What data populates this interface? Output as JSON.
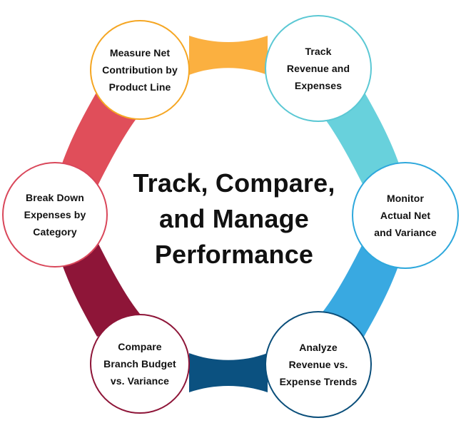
{
  "center": {
    "title": "Track, Compare,\nand Manage\nPerformance"
  },
  "nodes": [
    {
      "id": "measure-net-contribution",
      "label": "Measure Net\nContribution by\nProduct Line",
      "color": "#F5A623"
    },
    {
      "id": "track-revenue-expenses",
      "label": "Track\nRevenue and\nExpenses",
      "color": "#5BC8D4"
    },
    {
      "id": "monitor-actual-net",
      "label": "Monitor\nActual Net\nand Variance",
      "color": "#2EA8DC"
    },
    {
      "id": "analyze-revenue-trends",
      "label": "Analyze\nRevenue vs.\nExpense Trends",
      "color": "#0A4E7A"
    },
    {
      "id": "compare-branch-budget",
      "label": "Compare\nBranch Budget\nvs. Variance",
      "color": "#8E1538"
    },
    {
      "id": "break-down-expenses",
      "label": "Break Down\nExpenses by\nCategory",
      "color": "#D9475A"
    }
  ],
  "connectors": [
    {
      "id": "top",
      "color": "#FBB040"
    },
    {
      "id": "upper-right",
      "color": "#68D1DC"
    },
    {
      "id": "lower-right",
      "color": "#39A9E1"
    },
    {
      "id": "bottom",
      "color": "#0B5180"
    },
    {
      "id": "lower-left",
      "color": "#8E1538"
    },
    {
      "id": "upper-left",
      "color": "#E04E5A"
    }
  ]
}
